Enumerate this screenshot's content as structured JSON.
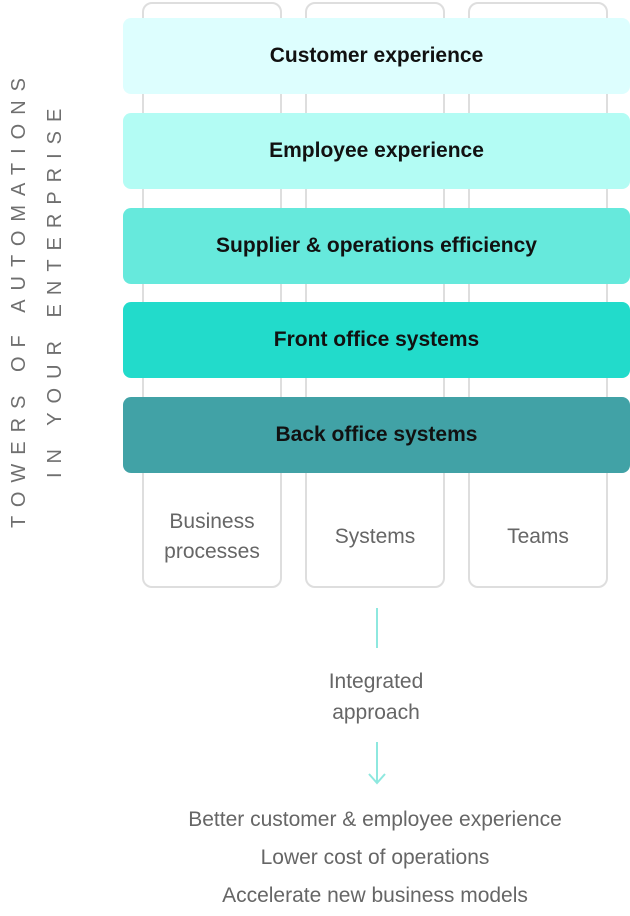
{
  "side_title": {
    "line1": "TOWERS OF AUTOMATIONS",
    "line2": "IN YOUR ENTERPRISE"
  },
  "pillars": [
    {
      "label": "Business\nprocesses"
    },
    {
      "label": "Systems"
    },
    {
      "label": "Teams"
    }
  ],
  "tiers": [
    {
      "label": "Customer experience",
      "color": "#ddfefe"
    },
    {
      "label": "Employee experience",
      "color": "#b3fcf4"
    },
    {
      "label": "Supplier & operations efficiency",
      "color": "#66e9dc"
    },
    {
      "label": "Front office systems",
      "color": "#22dbcb"
    },
    {
      "label": "Back office systems",
      "color": "#41a2a6"
    }
  ],
  "integrated": "Integrated\napproach",
  "outcomes": [
    "Better customer & employee experience",
    "Lower cost of operations",
    "Accelerate new business models"
  ],
  "colors": {
    "arrow": "#8ee8df",
    "pillar_border": "#dedede",
    "muted_text": "#666666"
  }
}
